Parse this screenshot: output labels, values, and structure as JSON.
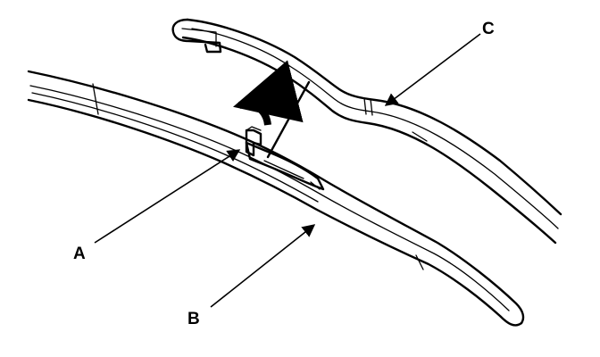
{
  "callouts": {
    "a": "A",
    "b": "B",
    "c": "C"
  },
  "colors": {
    "ink": "#000000",
    "background": "#ffffff"
  }
}
